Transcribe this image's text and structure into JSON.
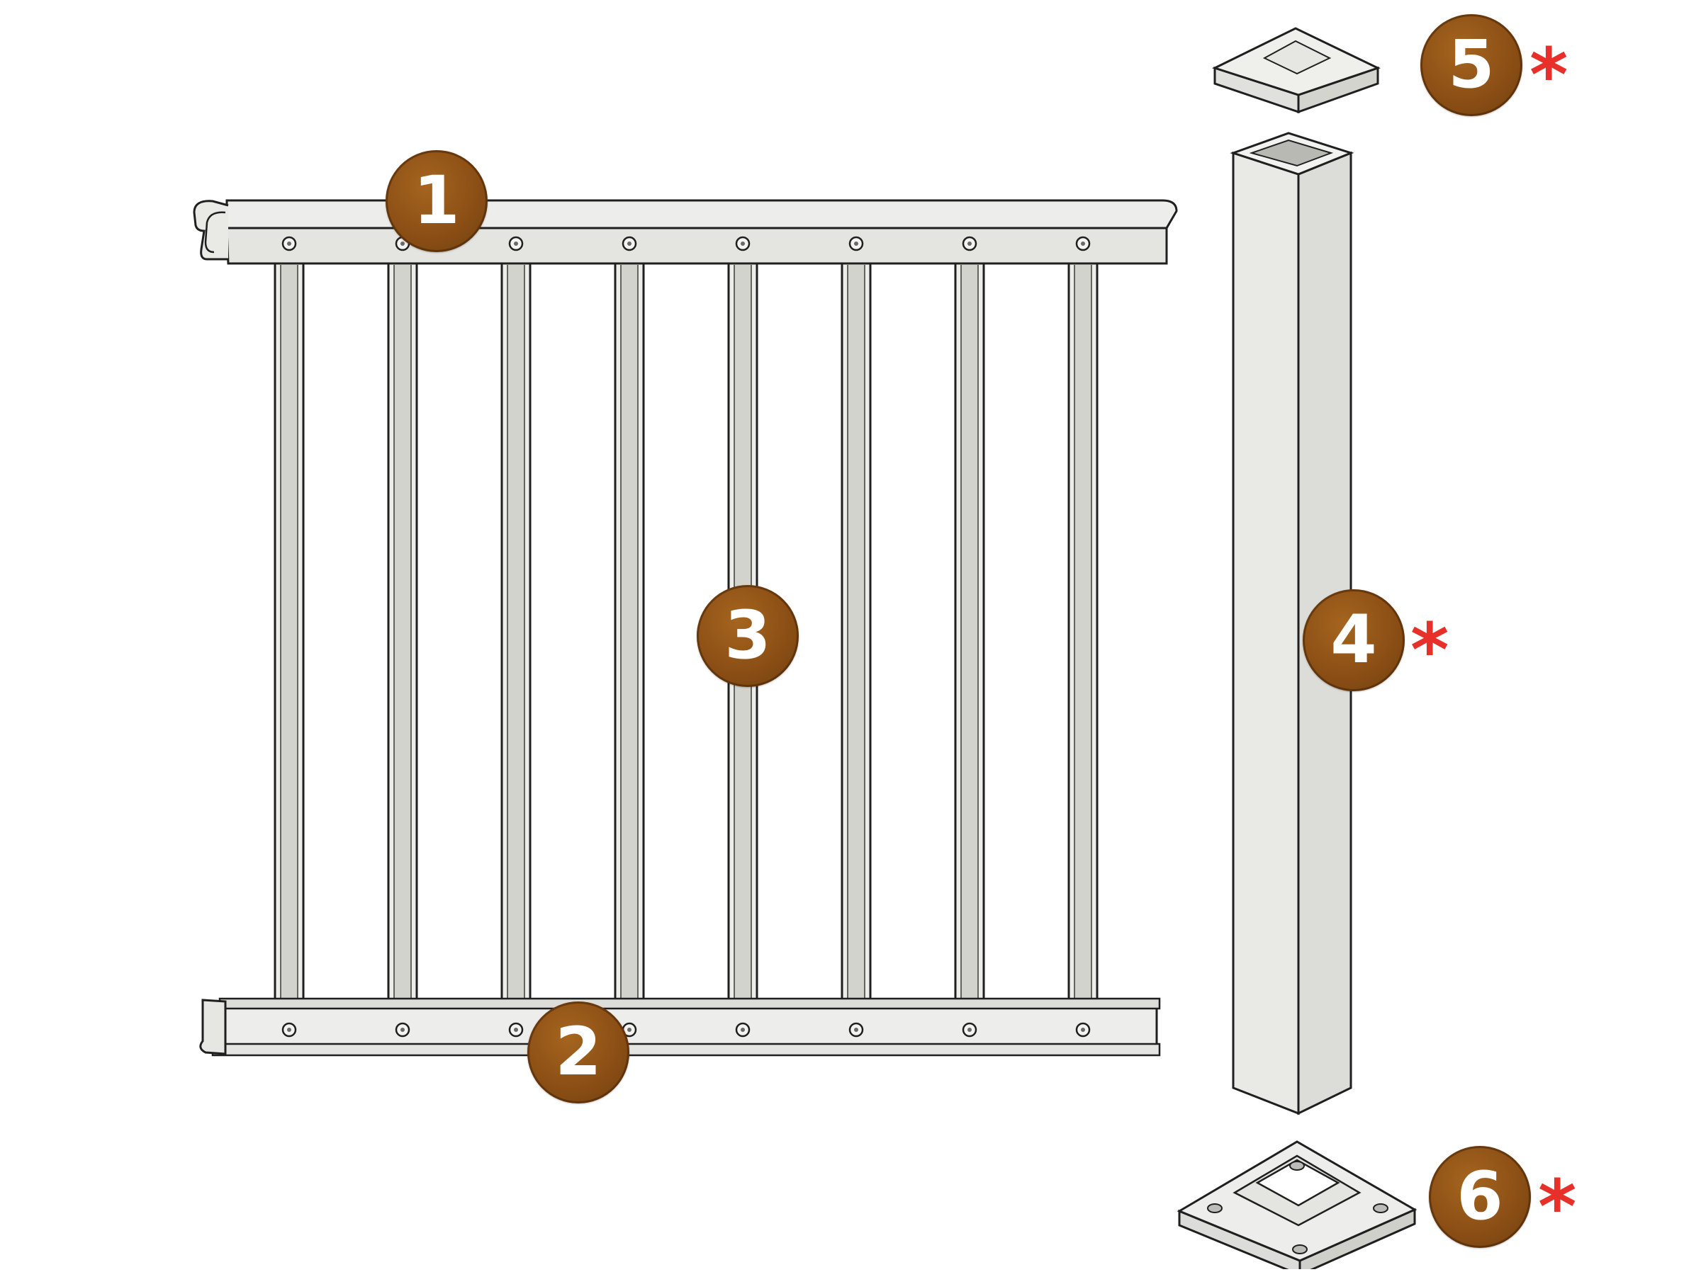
{
  "colors": {
    "component_fill": "#ededeb",
    "component_shade": "#d6d6d2",
    "outline": "#1f1f1f",
    "callout_fill": "#8c4f15",
    "callout_text": "#ffffff",
    "asterisk": "#e8302a"
  },
  "callouts": [
    {
      "label": "1",
      "part": "top-rail",
      "required_marker": ""
    },
    {
      "label": "2",
      "part": "bottom-rail",
      "required_marker": ""
    },
    {
      "label": "3",
      "part": "balusters",
      "required_marker": ""
    },
    {
      "label": "4",
      "part": "post",
      "required_marker": "*"
    },
    {
      "label": "5",
      "part": "post-cap",
      "required_marker": "*"
    },
    {
      "label": "6",
      "part": "base-plate",
      "required_marker": "*"
    }
  ],
  "baluster_count": 8,
  "rail_screw_count": 8
}
